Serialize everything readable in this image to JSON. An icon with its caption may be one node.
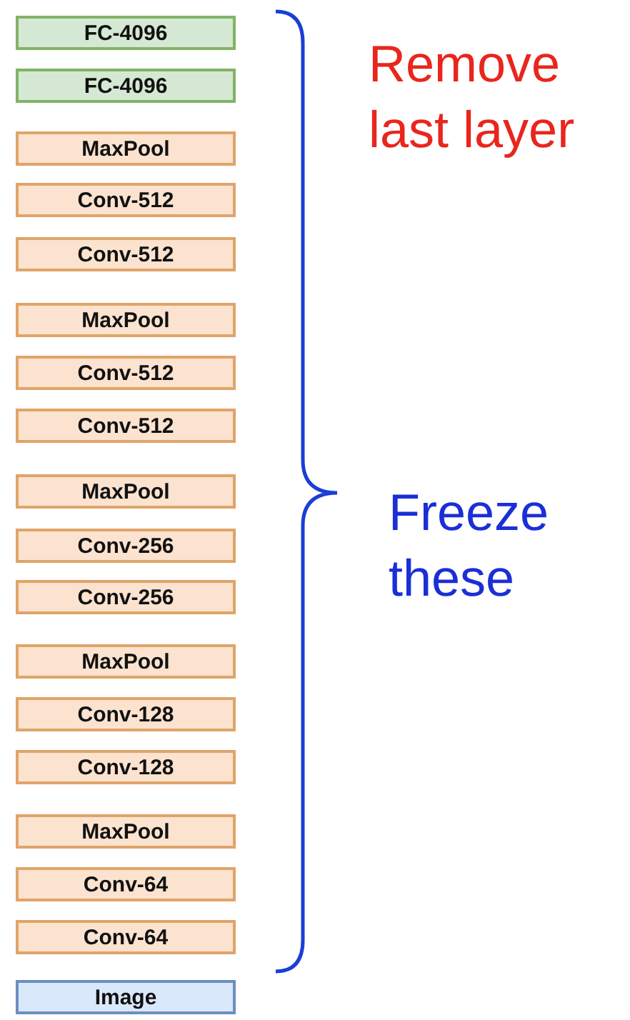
{
  "diagram": {
    "nodes": [
      {
        "text": [
          "FC-4096"
        ]
      },
      {
        "text": [
          "FC-4096"
        ]
      },
      {
        "text": [
          "MaxPool"
        ]
      },
      {
        "text": [
          "Conv-512"
        ]
      },
      {
        "text": [
          "Conv-512"
        ]
      },
      {
        "text": [
          "MaxPool"
        ]
      },
      {
        "text": [
          "Conv-512"
        ]
      },
      {
        "text": [
          "Conv-512"
        ]
      },
      {
        "text": [
          "MaxPool"
        ]
      },
      {
        "text": [
          "Conv-256"
        ]
      },
      {
        "text": [
          "Conv-256"
        ]
      },
      {
        "text": [
          "MaxPool"
        ]
      },
      {
        "text": [
          "Conv-128"
        ]
      },
      {
        "text": [
          "Conv-128"
        ]
      },
      {
        "text": [
          "MaxPool"
        ]
      },
      {
        "text": [
          "Conv-64"
        ]
      },
      {
        "text": [
          "Conv-64"
        ]
      },
      {
        "text": [
          "Image"
        ]
      }
    ],
    "labels": [
      "Remove last layer",
      "Freeze these"
    ]
  }
}
